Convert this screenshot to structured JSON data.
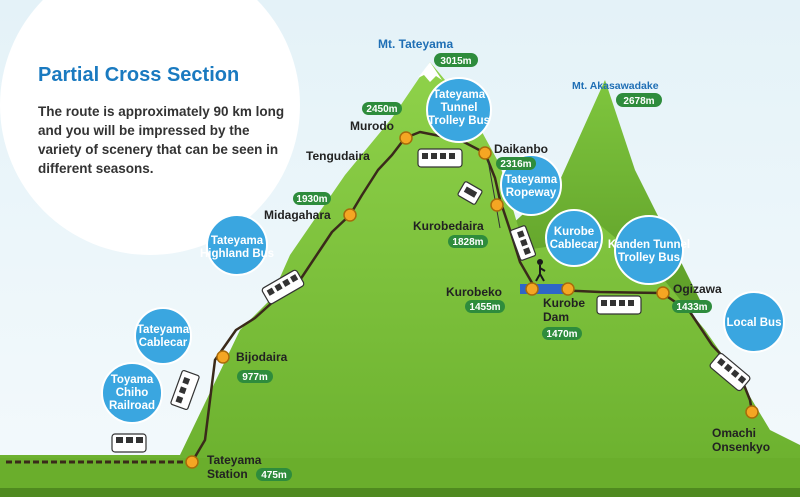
{
  "info": {
    "title": "Partial Cross Section",
    "body": "The route is approximately 90 km long and you will be impressed by the variety of scenery that can be seen in different seasons."
  },
  "peaks": [
    {
      "name": "Mt. Tateyama",
      "elevation": "3015m"
    },
    {
      "name": "Mt. Akasawadake",
      "elevation": "2678m"
    }
  ],
  "stations": [
    {
      "name": "Tateyama Station",
      "elevation": "475m"
    },
    {
      "name": "Bijodaira",
      "elevation": "977m"
    },
    {
      "name": "Midagahara",
      "elevation": "1930m"
    },
    {
      "name": "Tengudaira",
      "elevation": ""
    },
    {
      "name": "Murodo",
      "elevation": "2450m"
    },
    {
      "name": "Daikanbo",
      "elevation": "2316m"
    },
    {
      "name": "Kurobedaira",
      "elevation": "1828m"
    },
    {
      "name": "Kurobeko",
      "elevation": "1455m"
    },
    {
      "name": "Kurobe Dam",
      "elevation": "1470m"
    },
    {
      "name": "Ogizawa",
      "elevation": "1433m"
    },
    {
      "name": "Omachi Onsenkyo",
      "elevation": ""
    }
  ],
  "transports": [
    {
      "name": "Toyama Chiho Railroad"
    },
    {
      "name": "Tateyama Cablecar"
    },
    {
      "name": "Tateyama Highland Bus"
    },
    {
      "name": "Tateyama Tunnel Trolley Bus"
    },
    {
      "name": "Tateyama Ropeway"
    },
    {
      "name": "Kurobe Cablecar"
    },
    {
      "name": "Kanden Tunnel Trolley Bus"
    },
    {
      "name": "Local Bus"
    }
  ],
  "colors": {
    "mountain": "#7cc23a",
    "route": "#3a2a1a",
    "station": "#f5a623",
    "badge": "#2e8c3c",
    "bubble": "#3aa6e0",
    "title": "#1a7ac0"
  }
}
